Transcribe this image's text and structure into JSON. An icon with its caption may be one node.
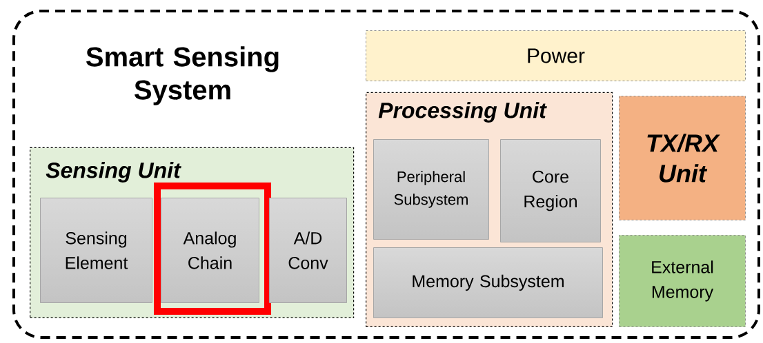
{
  "diagram": {
    "nodes": [
      {
        "text": [
          "Smart Sensing System"
        ]
      },
      {
        "text": [
          "Power"
        ],
        "in": 0
      },
      {
        "text": [
          "Sensing Unit"
        ],
        "in": 0
      },
      {
        "text": [
          "Sensing Element"
        ],
        "in": 2
      },
      {
        "text": [],
        "shape": "box",
        "in": 2
      },
      {
        "text": [
          "Analog Chain"
        ],
        "in": 4
      },
      {
        "text": [
          "A/D Conv"
        ],
        "in": 2
      },
      {
        "text": [
          "Processing Unit"
        ],
        "in": 0
      },
      {
        "text": [
          "Peripheral Subsystem"
        ],
        "in": 7
      },
      {
        "text": [
          "Core Region"
        ],
        "in": 7
      },
      {
        "text": [
          "Memory Subsystem"
        ],
        "in": 7
      },
      {
        "text": [
          "TX/RX Unit"
        ],
        "in": 0
      },
      {
        "text": [
          "External Memory"
        ],
        "in": 0
      }
    ]
  }
}
